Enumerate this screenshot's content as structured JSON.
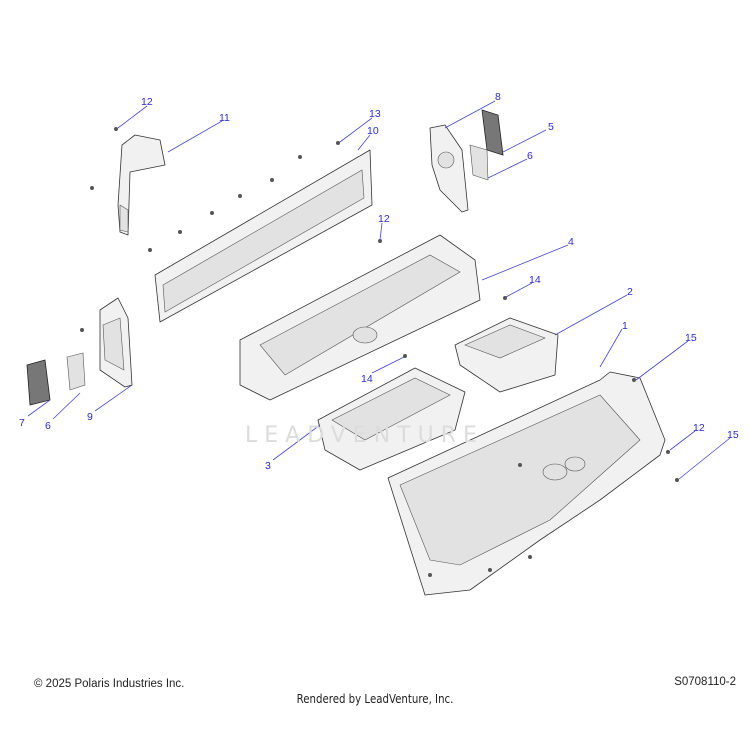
{
  "diagram": {
    "watermark": "LEADVENTURE",
    "callouts": [
      "12",
      "11",
      "13",
      "10",
      "8",
      "5",
      "6",
      "12",
      "4",
      "14",
      "2",
      "1",
      "15",
      "14",
      "7",
      "6",
      "9",
      "3",
      "12",
      "15"
    ]
  },
  "footer": {
    "copyright": "© 2025 Polaris Industries Inc.",
    "diagram_code": "S0708110-2",
    "rendered_by": "Rendered by LeadVenture, Inc."
  }
}
